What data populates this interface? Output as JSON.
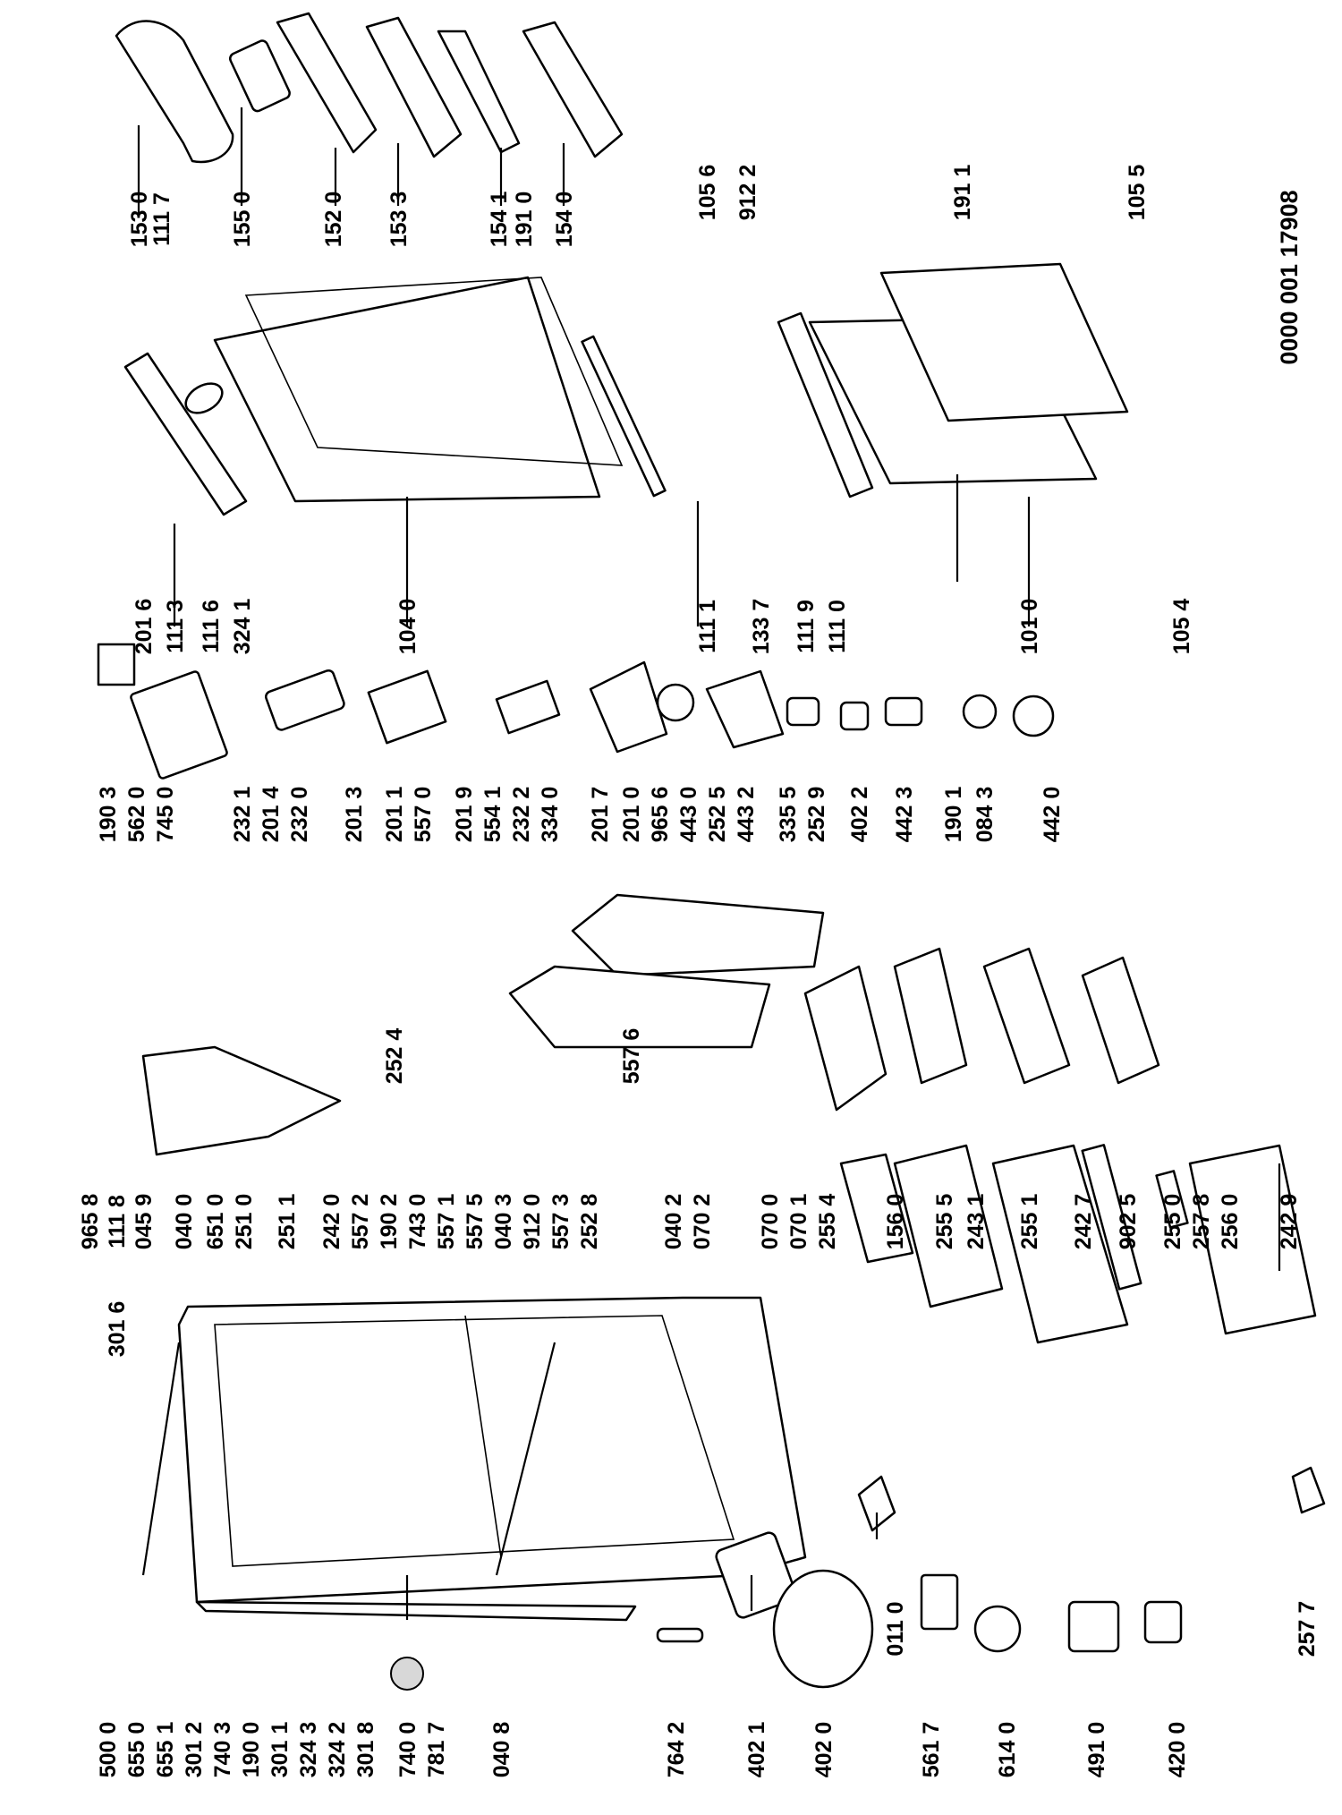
{
  "drawing_reference": "0000 001 17908",
  "callouts": [
    {
      "id": "c1",
      "text": "153 0"
    },
    {
      "id": "c2",
      "text": "111 7"
    },
    {
      "id": "c3",
      "text": "155 0"
    },
    {
      "id": "c4",
      "text": "152 0"
    },
    {
      "id": "c5",
      "text": "153 3"
    },
    {
      "id": "c6",
      "text": "154 1"
    },
    {
      "id": "c7",
      "text": "191 0"
    },
    {
      "id": "c8",
      "text": "154 0"
    },
    {
      "id": "c9",
      "text": "105 6"
    },
    {
      "id": "c10",
      "text": "912 2"
    },
    {
      "id": "c11",
      "text": "191 1"
    },
    {
      "id": "c12",
      "text": "105 5"
    },
    {
      "id": "c13",
      "text": "201 6"
    },
    {
      "id": "c14",
      "text": "111 3"
    },
    {
      "id": "c15",
      "text": "111 6"
    },
    {
      "id": "c16",
      "text": "324 1"
    },
    {
      "id": "c17",
      "text": "104 0"
    },
    {
      "id": "c18",
      "text": "111 1"
    },
    {
      "id": "c19",
      "text": "133 7"
    },
    {
      "id": "c20",
      "text": "111 9"
    },
    {
      "id": "c21",
      "text": "111 0"
    },
    {
      "id": "c22",
      "text": "101 0"
    },
    {
      "id": "c23",
      "text": "105 4"
    },
    {
      "id": "c24",
      "text": "190 3"
    },
    {
      "id": "c25",
      "text": "562 0"
    },
    {
      "id": "c26",
      "text": "745 0"
    },
    {
      "id": "c27",
      "text": "232 1"
    },
    {
      "id": "c28",
      "text": "201 4"
    },
    {
      "id": "c29",
      "text": "232 0"
    },
    {
      "id": "c30",
      "text": "201 3"
    },
    {
      "id": "c31",
      "text": "201 1"
    },
    {
      "id": "c32",
      "text": "557 0"
    },
    {
      "id": "c33",
      "text": "201 9"
    },
    {
      "id": "c34",
      "text": "554 1"
    },
    {
      "id": "c35",
      "text": "232 2"
    },
    {
      "id": "c36",
      "text": "334 0"
    },
    {
      "id": "c37",
      "text": "201 7"
    },
    {
      "id": "c38",
      "text": "201 0"
    },
    {
      "id": "c39",
      "text": "965 6"
    },
    {
      "id": "c40",
      "text": "443 0"
    },
    {
      "id": "c41",
      "text": "252 5"
    },
    {
      "id": "c42",
      "text": "443 2"
    },
    {
      "id": "c43",
      "text": "335 5"
    },
    {
      "id": "c44",
      "text": "252 9"
    },
    {
      "id": "c45",
      "text": "402 2"
    },
    {
      "id": "c46",
      "text": "442 3"
    },
    {
      "id": "c47",
      "text": "190 1"
    },
    {
      "id": "c48",
      "text": "084 3"
    },
    {
      "id": "c49",
      "text": "442 0"
    },
    {
      "id": "c50",
      "text": "965 8"
    },
    {
      "id": "c51",
      "text": "111 8"
    },
    {
      "id": "c52",
      "text": "045 9"
    },
    {
      "id": "c53",
      "text": "040 0"
    },
    {
      "id": "c54",
      "text": "651 0"
    },
    {
      "id": "c55",
      "text": "251 0"
    },
    {
      "id": "c56",
      "text": "251 1"
    },
    {
      "id": "c57",
      "text": "242 0"
    },
    {
      "id": "c58",
      "text": "557 2"
    },
    {
      "id": "c59",
      "text": "190 2"
    },
    {
      "id": "c60",
      "text": "743 0"
    },
    {
      "id": "c61",
      "text": "557 1"
    },
    {
      "id": "c62",
      "text": "557 5"
    },
    {
      "id": "c63",
      "text": "040 3"
    },
    {
      "id": "c64",
      "text": "912 0"
    },
    {
      "id": "c65",
      "text": "557 3"
    },
    {
      "id": "c66",
      "text": "252 8"
    },
    {
      "id": "c67",
      "text": "252 4"
    },
    {
      "id": "c68",
      "text": "557 6"
    },
    {
      "id": "c69",
      "text": "040 2"
    },
    {
      "id": "c70",
      "text": "070 2"
    },
    {
      "id": "c71",
      "text": "070 0"
    },
    {
      "id": "c72",
      "text": "070 1"
    },
    {
      "id": "c73",
      "text": "255 4"
    },
    {
      "id": "c74",
      "text": "156 0"
    },
    {
      "id": "c75",
      "text": "255 5"
    },
    {
      "id": "c76",
      "text": "243 1"
    },
    {
      "id": "c77",
      "text": "255 1"
    },
    {
      "id": "c78",
      "text": "242 7"
    },
    {
      "id": "c79",
      "text": "902 5"
    },
    {
      "id": "c80",
      "text": "255 0"
    },
    {
      "id": "c81",
      "text": "257 8"
    },
    {
      "id": "c82",
      "text": "256 0"
    },
    {
      "id": "c83",
      "text": "242 9"
    },
    {
      "id": "c84",
      "text": "301 6"
    },
    {
      "id": "c85",
      "text": "011 0"
    },
    {
      "id": "c86",
      "text": "257 7"
    },
    {
      "id": "c87",
      "text": "500 0"
    },
    {
      "id": "c88",
      "text": "655 0"
    },
    {
      "id": "c89",
      "text": "655 1"
    },
    {
      "id": "c90",
      "text": "301 2"
    },
    {
      "id": "c91",
      "text": "740 3"
    },
    {
      "id": "c92",
      "text": "190 0"
    },
    {
      "id": "c93",
      "text": "301 1"
    },
    {
      "id": "c94",
      "text": "324 3"
    },
    {
      "id": "c95",
      "text": "324 2"
    },
    {
      "id": "c96",
      "text": "301 8"
    },
    {
      "id": "c97",
      "text": "740 0"
    },
    {
      "id": "c98",
      "text": "781 7"
    },
    {
      "id": "c99",
      "text": "040 8"
    },
    {
      "id": "c100",
      "text": "764 2"
    },
    {
      "id": "c101",
      "text": "402 1"
    },
    {
      "id": "c102",
      "text": "402 0"
    },
    {
      "id": "c103",
      "text": "561 7"
    },
    {
      "id": "c104",
      "text": "614 0"
    },
    {
      "id": "c105",
      "text": "491 0"
    },
    {
      "id": "c106",
      "text": "420 0"
    }
  ]
}
